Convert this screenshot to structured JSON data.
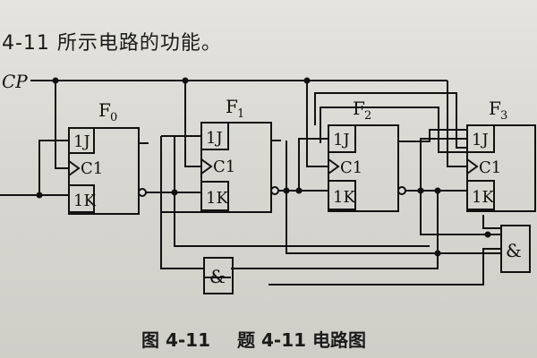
{
  "heading": "4-11 所示电路的功能。",
  "caption": {
    "figure_no": "图 4-11",
    "title": "题 4-11 电路图"
  },
  "circuit": {
    "clock_label": "CP",
    "flipflops": [
      {
        "name": "F",
        "sub": "0",
        "j": "1J",
        "c": "C1",
        "k": "1K"
      },
      {
        "name": "F",
        "sub": "1",
        "j": "1J",
        "c": "C1",
        "k": "1K"
      },
      {
        "name": "F",
        "sub": "2",
        "j": "1J",
        "c": "C1",
        "k": "1K"
      },
      {
        "name": "F",
        "sub": "3",
        "j": "1J",
        "c": "C1",
        "k": "1K"
      }
    ],
    "gates": [
      {
        "label": "&"
      },
      {
        "label": "&"
      }
    ]
  },
  "colors": {
    "ink": "#111111",
    "paper": "#dedcd6"
  }
}
